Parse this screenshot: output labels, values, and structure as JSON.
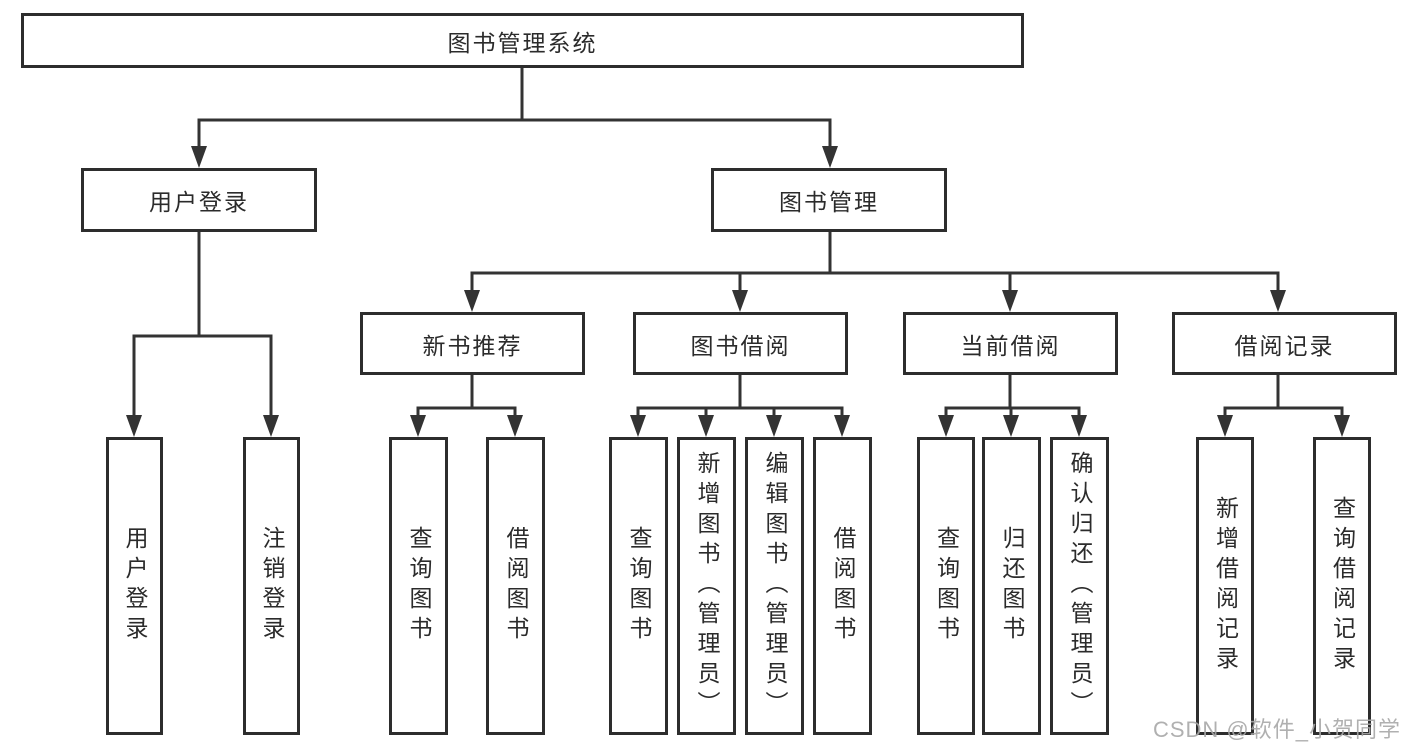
{
  "nodes": {
    "root": "图书管理系统",
    "user_login": "用户登录",
    "book_management": "图书管理",
    "new_book_recommend": "新书推荐",
    "book_borrow": "图书借阅",
    "current_borrow": "当前借阅",
    "borrow_record": "借阅记录",
    "leaf_user_login": "用户登录",
    "leaf_logout": "注销登录",
    "leaf_newbook_query": "查询图书",
    "leaf_newbook_borrow": "借阅图书",
    "leaf_borrow_query": "查询图书",
    "leaf_borrow_add": "新增图书（管理员）",
    "leaf_borrow_edit": "编辑图书（管理员）",
    "leaf_borrow_borrow": "借阅图书",
    "leaf_current_query": "查询图书",
    "leaf_current_return": "归还图书",
    "leaf_current_confirm": "确认归还（管理员）",
    "leaf_record_add": "新增借阅记录",
    "leaf_record_query": "查询借阅记录"
  },
  "watermark": "CSDN @软件_小贺同学",
  "colors": {
    "line": "#333333",
    "box_border": "#2d2d2d",
    "text": "#2b2b2b",
    "watermark": "#a8a8a8",
    "background": "#ffffff"
  }
}
